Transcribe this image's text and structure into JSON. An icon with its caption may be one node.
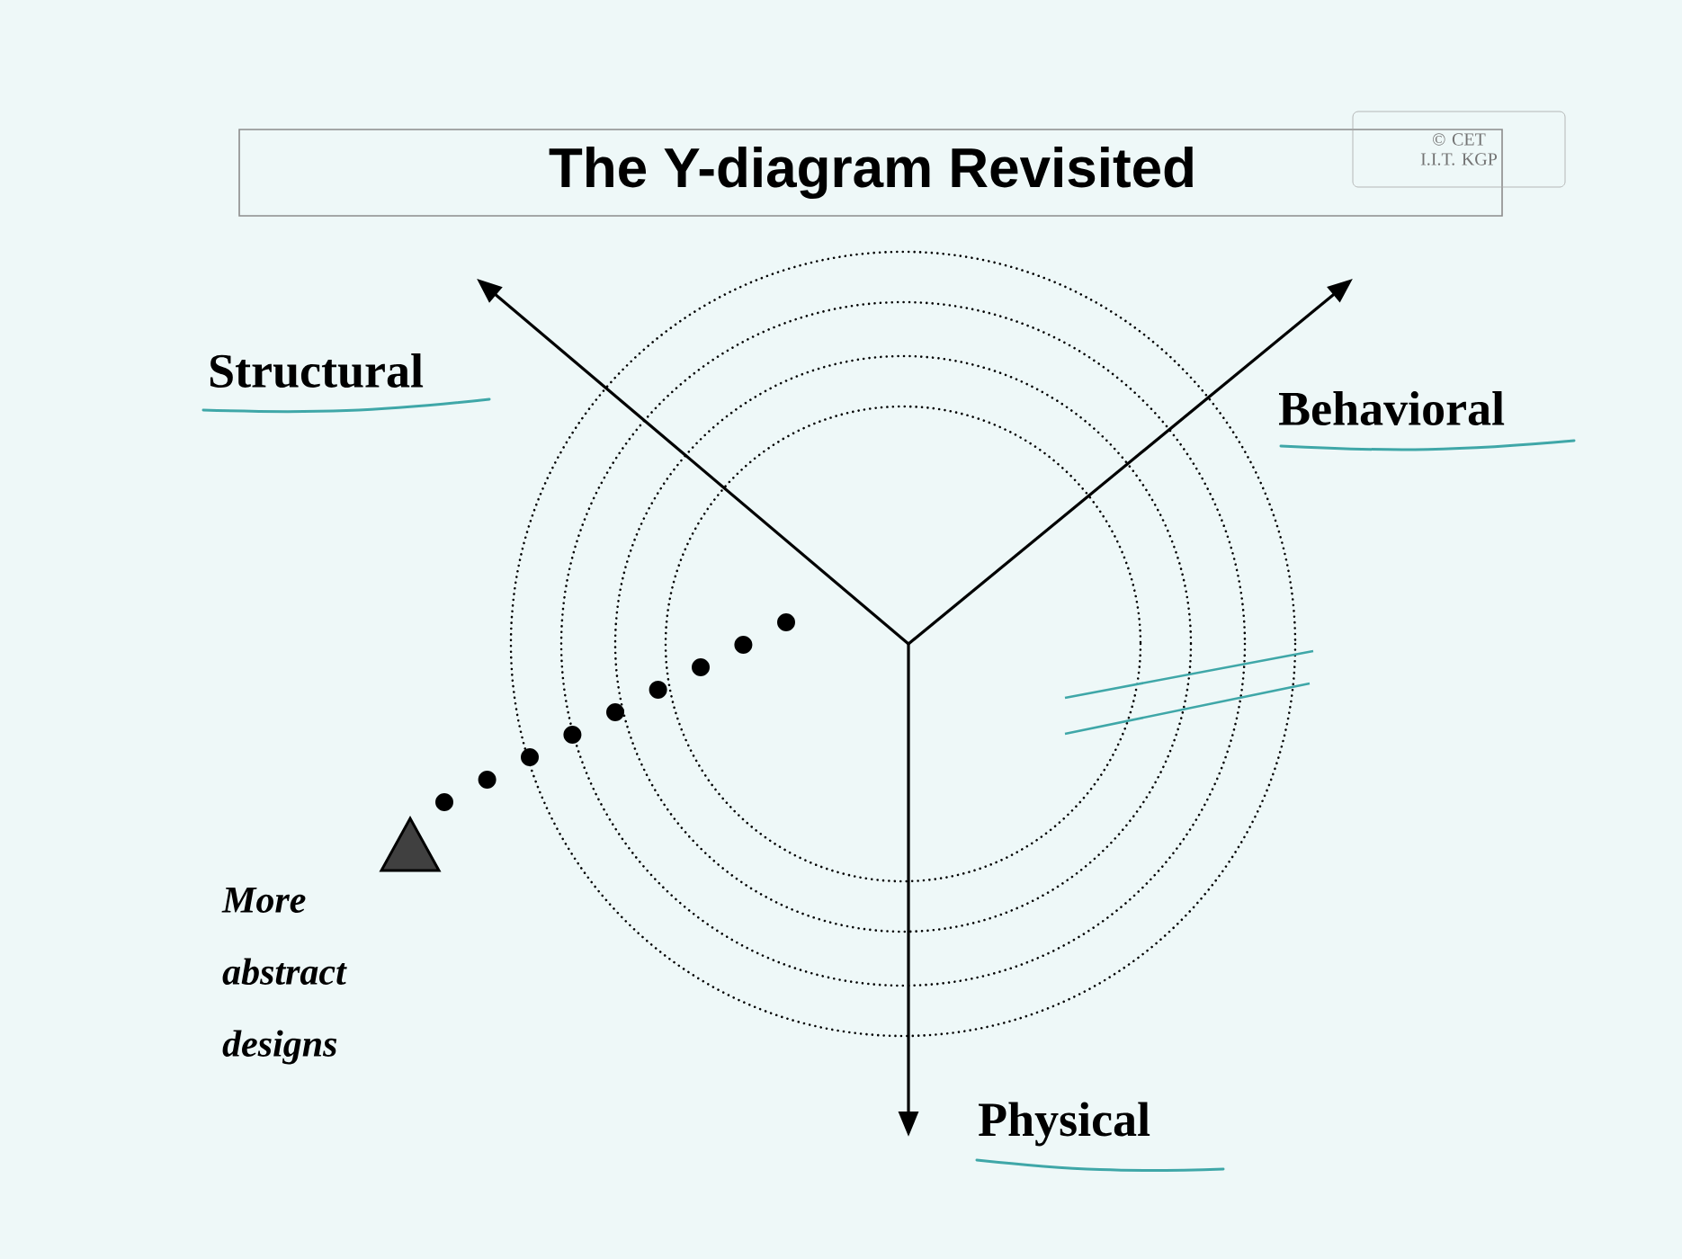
{
  "diagram": {
    "title": "The Y-diagram Revisited",
    "labels": [
      "© CET I.I.T. KGP",
      "Structural",
      "Behavioral",
      "More abstract designs",
      "Physical"
    ]
  }
}
